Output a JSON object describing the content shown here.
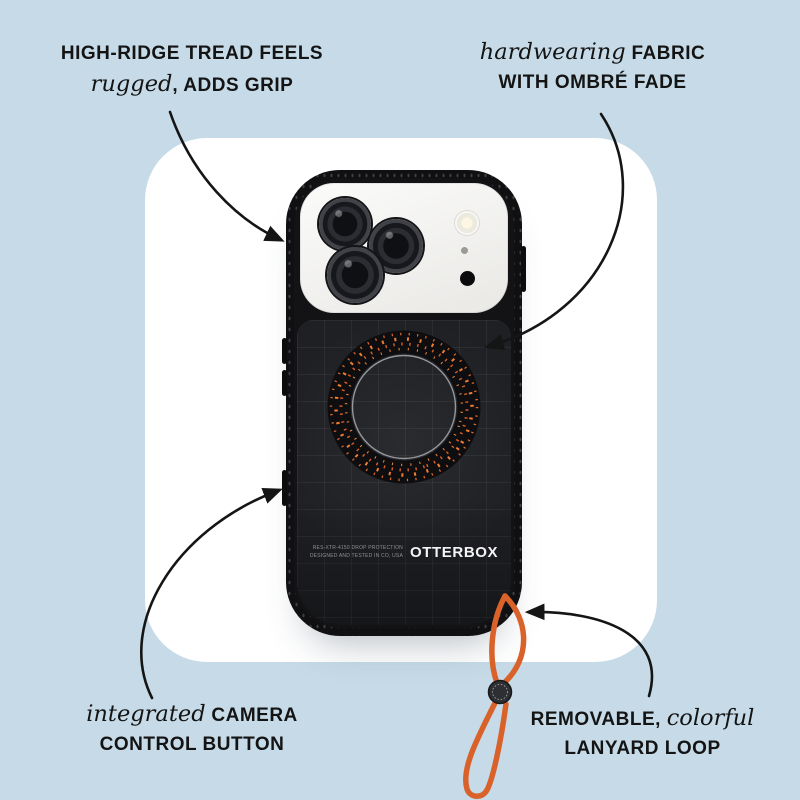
{
  "scene": {
    "background_color": "#c6dbe7",
    "card_color": "#ffffff",
    "arrow_color": "#151515",
    "lanyard_color": "#d9622b",
    "speckle_color": "#e8702e",
    "case_color": "#131316"
  },
  "callouts": {
    "top_left": {
      "line1": "HIGH-RIDGE TREAD FEELS",
      "line2_em": "rugged",
      "line2_rest": ", ADDS GRIP"
    },
    "top_right": {
      "line1_em": "hardwearing",
      "line1_rest": " FABRIC",
      "line2": "WITH OMBRÉ FADE"
    },
    "bottom_left": {
      "line1_em": "integrated",
      "line1_rest": " CAMERA",
      "line2": "CONTROL BUTTON"
    },
    "bottom_right": {
      "line1_rest": "REMOVABLE, ",
      "line1_em": "colorful",
      "line2": "LANYARD LOOP"
    }
  },
  "phone": {
    "brand": "OTTERBOX",
    "fine_print_line1": "RES-XTR-4150 DROP PROTECTION",
    "fine_print_line2": "DESIGNED AND TESTED IN CO, USA"
  }
}
